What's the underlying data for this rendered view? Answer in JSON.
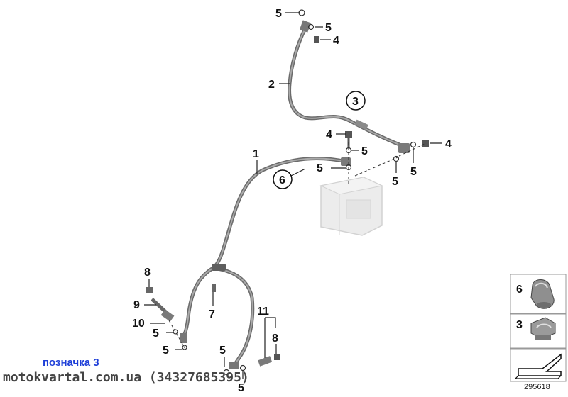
{
  "diagram": {
    "part_labels": {
      "hose_1": "1",
      "hose_2": "2",
      "clip_ref_3": "3",
      "clip_ref_6": "6",
      "bolt_4": "4",
      "washer_5": "5",
      "sleeve_7": "7",
      "part_8": "8",
      "part_9": "9",
      "part_10": "10",
      "part_11": "11"
    },
    "legend": {
      "item_6": "6",
      "item_3": "3"
    },
    "doc_number": "295618"
  },
  "watermark": {
    "note": "позначка 3",
    "site": "motokvartal.com.ua (34327685395)"
  },
  "colors": {
    "hose": "#6b6b6b",
    "watermark_blue": "#1e3fd8",
    "ghost_part": "#e2e2e2"
  }
}
